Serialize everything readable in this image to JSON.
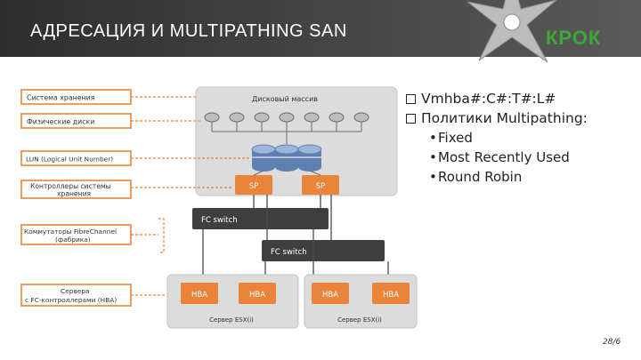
{
  "header": {
    "title": "АДРЕСАЦИЯ И MULTIPATHING SAN",
    "logo_text": "КРОК"
  },
  "diagram": {
    "legend": [
      "Система хранения",
      "Физические диски",
      "LUN (Logical Unit Number)",
      "Контроллеры системы хранения",
      "Коммутаторы FibreChannel (фабрика)",
      "Сервера с FC-контроллерами (HBA)"
    ],
    "array_title": "Дисковый массив",
    "sp_label": "SP",
    "fc_switch_label": "FC switch",
    "hba_label": "HBA",
    "server_1_label": "Сервер ESX(i)",
    "server_2_label": "Сервер ESX(i)"
  },
  "content": {
    "bullet_1": "Vmhba#:C#:T#:L#",
    "bullet_2": "Политики Multipathing:",
    "sub_items": [
      "Fixed",
      "Most Recently Used",
      "Round Robin"
    ]
  },
  "footer": {
    "page_number": "28/6"
  },
  "colors": {
    "accent_orange": "#e9843a",
    "logo_green": "#3aa935",
    "switch_dark": "#3f3f3f",
    "header_dark": "#3a3a3a"
  }
}
